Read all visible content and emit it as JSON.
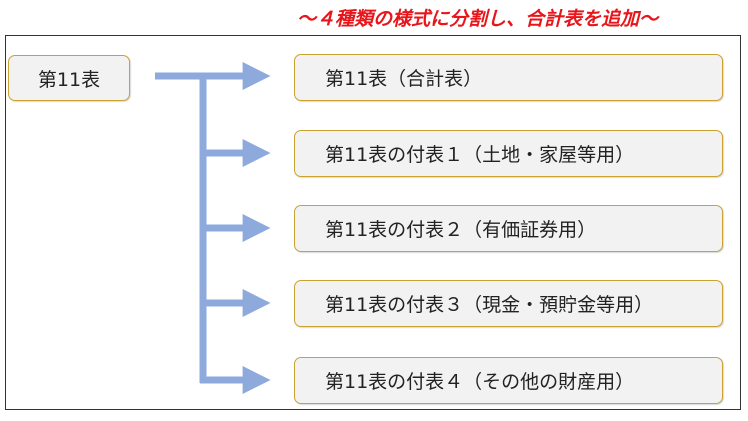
{
  "headline": "～４種類の様式に分割し、合計表を追加～",
  "source_box": {
    "label": "第11表"
  },
  "target_boxes": [
    {
      "label": "第11表（合計表）"
    },
    {
      "label": "第11表の付表１（土地・家屋等用）"
    },
    {
      "label": "第11表の付表２（有価証券用）"
    },
    {
      "label": "第11表の付表３（現金・預貯金等用）"
    },
    {
      "label": "第11表の付表４（その他の財産用）"
    }
  ],
  "colors": {
    "arrow": "#8eaadc",
    "box_border": "#c9a232",
    "box_fill": "#f2f2f2",
    "headline": "#e8161b"
  }
}
